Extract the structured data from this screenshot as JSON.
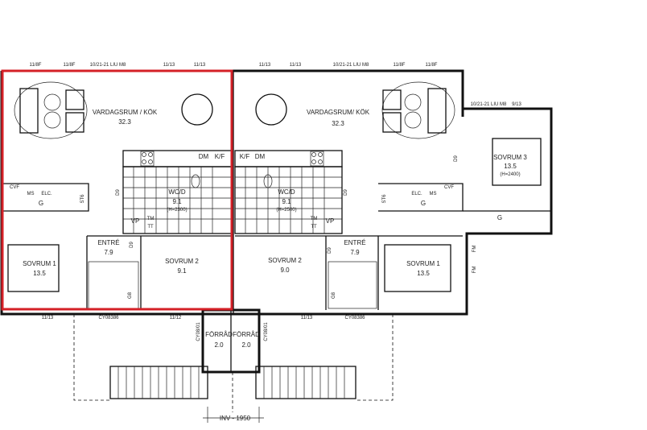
{
  "highlight_color": "#d42027",
  "rooms": {
    "living_left": {
      "name": "VARDAGSRUM / KÖK",
      "area": "32.3"
    },
    "living_right": {
      "name": "VARDAGSRUM/ KÖK",
      "area": "32.3"
    },
    "wc_left": {
      "name": "WC/D",
      "area": "9.1",
      "note": "(H=2300)"
    },
    "wc_right": {
      "name": "WC/D",
      "area": "9.1",
      "note": "(H=2500)"
    },
    "bed3": {
      "name": "SOVRUM 3",
      "area": "13.5",
      "note": "(H=2400)"
    },
    "bed1_left": {
      "name": "SOVRUM 1",
      "area": "13.5"
    },
    "bed1_right": {
      "name": "SOVRUM 1",
      "area": "13.5"
    },
    "entre_left": {
      "name": "ENTRÉ",
      "area": "7.9"
    },
    "entre_right": {
      "name": "ENTRÉ",
      "area": "7.9"
    },
    "bed2_left": {
      "name": "SOVRUM 2",
      "area": "9.1"
    },
    "bed2_right": {
      "name": "SOVRUM 2",
      "area": "9.0"
    },
    "storage_left": {
      "name": "FÖRRÅD",
      "area": "2.0"
    },
    "storage_right": {
      "name": "FÖRRÅD",
      "area": "2.0"
    }
  },
  "fixtures": {
    "dm": "DM",
    "kf": "K/F",
    "vp": "VP",
    "tm": "TM",
    "tt": "TT",
    "g": "G",
    "st6": "ST6",
    "ms": "MS",
    "elc": "ELC.",
    "cvf": "CVF",
    "d9": "D9",
    "g8": "G8",
    "fm": "FM"
  },
  "windows": {
    "w118f": "11/8F",
    "w1113": "11/13",
    "w1112": "11/12",
    "w913": "9/13",
    "door_liu": "10/21-21 LIU M8",
    "door_cy386": "CY08386",
    "door_cy801": "CY08/01"
  },
  "dimension": "INV - 1950"
}
